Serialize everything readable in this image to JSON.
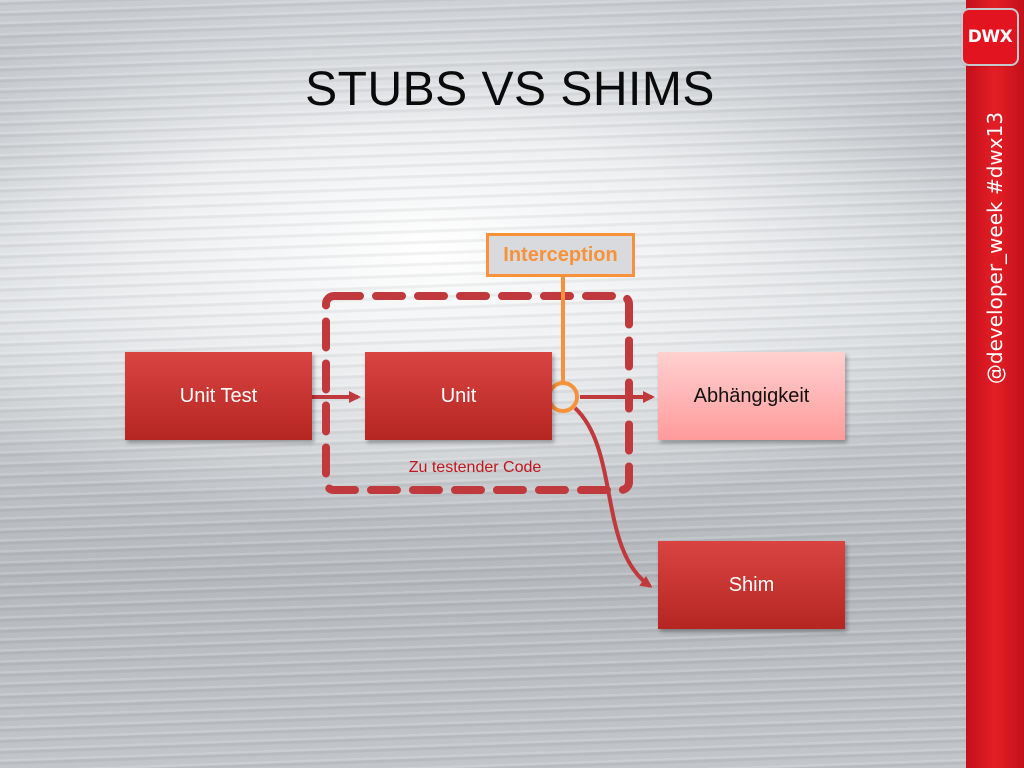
{
  "slide": {
    "title": "STUBS VS SHIMS"
  },
  "branding": {
    "logo_text": "DWX",
    "hashtag": "@developer_week #dwx13"
  },
  "diagram": {
    "nodes": {
      "unit_test": "Unit Test",
      "unit": "Unit",
      "dependency": "Abhängigkeit",
      "shim": "Shim",
      "interception": "Interception"
    },
    "region_label": "Zu testender Code"
  },
  "colors": {
    "brand_red": "#e2141f",
    "node_red": "#c0302c",
    "dependency_pink": "#ffb3b3",
    "interception_orange": "#f7923a",
    "dashed_region": "#c0393d"
  }
}
